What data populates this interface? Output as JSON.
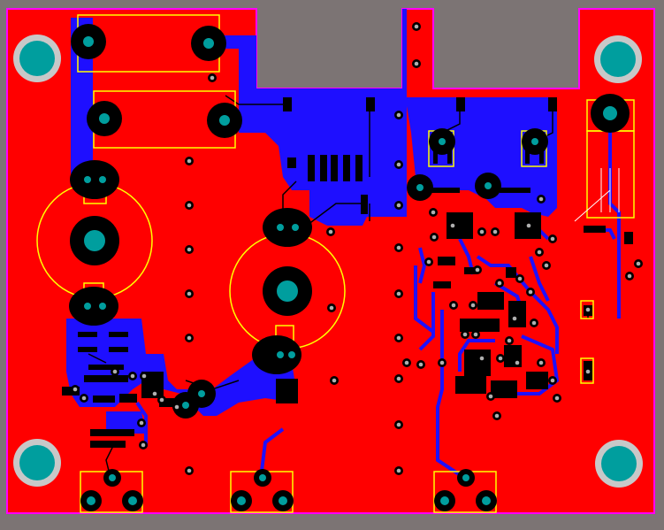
{
  "view": {
    "kind": "pcb-layout",
    "layers_visible": [
      "top-copper",
      "bottom-copper",
      "silkscreen",
      "board-outline",
      "drills"
    ]
  },
  "colors": {
    "background": "#7c7474",
    "top_copper": "#ff0000",
    "bottom_copper": "#1e0fff",
    "outline": "#ff00ff",
    "silkscreen": "#ffff00",
    "pad_ring": "#000000",
    "drill": "#009e9e",
    "via_hole": "#b0b0b0",
    "mount_ring": "#c8c8c8",
    "silk_white": "#ffffff"
  },
  "features": {
    "mounting_holes": 4,
    "large_capacitors": 2,
    "connectors_bottom": 3,
    "regulator_top_right": 1
  }
}
